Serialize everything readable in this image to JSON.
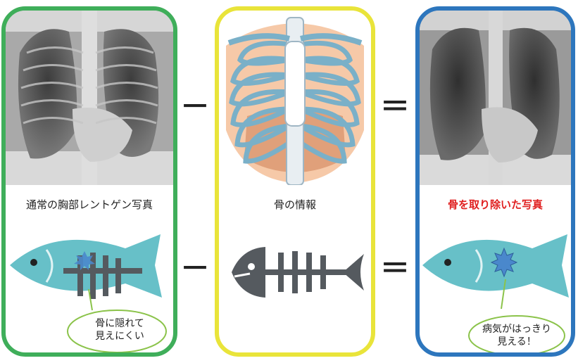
{
  "colors": {
    "panel_left_border": "#3fae5a",
    "panel_middle_border": "#e9e43a",
    "panel_right_border": "#2d76bd",
    "fish_body": "#67c0c8",
    "fish_bone": "#555a5f",
    "lesion": "#4a88cc",
    "bubble_border": "#8bc34a",
    "right_caption": "#e02020"
  },
  "panels": {
    "left": {
      "caption": "通常の胸部レントゲン写真",
      "bubble": [
        "骨に隠れて",
        "見えにくい"
      ]
    },
    "middle": {
      "caption": "骨の情報"
    },
    "right": {
      "caption": "骨を取り除いた写真",
      "bubble": [
        "病気がはっきり",
        "見える！"
      ]
    }
  },
  "operators": {
    "minus": "－",
    "equals": "＝"
  },
  "icons": [
    "chest-xray-image",
    "ribcage-illustration",
    "fish-icon",
    "fish-skeleton-icon",
    "lesion-icon"
  ]
}
